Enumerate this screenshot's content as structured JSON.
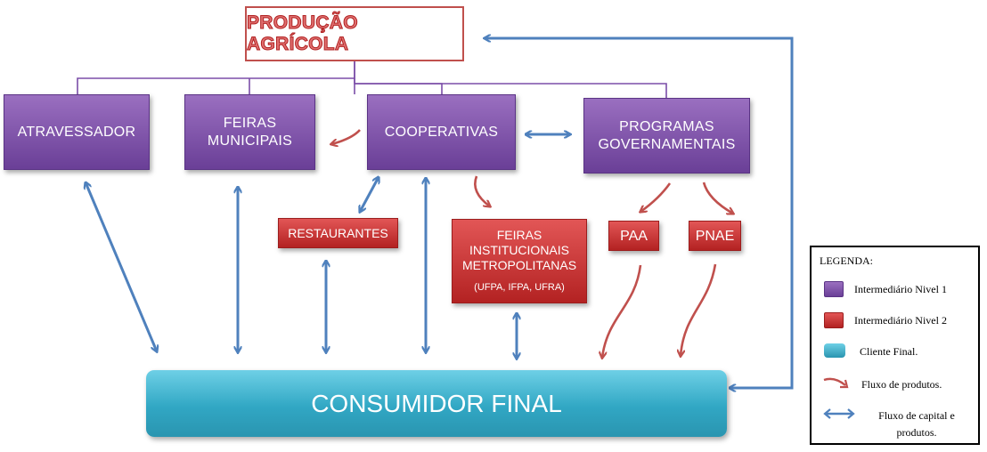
{
  "diagram": {
    "top": "PRODUÇÃO AGRÍCOLA",
    "level1": [
      "ATRAVESSADOR",
      "FEIRAS MUNICIPAIS",
      "COOPERATIVAS",
      "PROGRAMAS GOVERNAMENTAIS"
    ],
    "level2": {
      "restaurantes": "RESTAURANTES",
      "feiras_inst": "FEIRAS INSTITUCIONAIS METROPOLITANAS",
      "feiras_inst_sub": "(UFPA, IFPA, UFRA)",
      "paa": "PAA",
      "pnae": "PNAE"
    },
    "consumer": "CONSUMIDOR FINAL"
  },
  "legend": {
    "title": "LEGENDA:",
    "items": [
      {
        "label": "Intermediário Nivel 1",
        "color": "#7b4ea8"
      },
      {
        "label": "Intermediário Nivel 2",
        "color": "#c83030"
      },
      {
        "label": "Cliente Final.",
        "color": "#3fb3d0"
      },
      {
        "label": "Fluxo de produtos.",
        "icon": "product-flow-arrow-icon"
      },
      {
        "label": "Fluxo de capital e produtos.",
        "icon": "capital-flow-arrow-icon"
      }
    ]
  },
  "colors": {
    "purple": "#7b4ea8",
    "red": "#c83030",
    "teal": "#3fb3d0",
    "blue_arrow": "#4f81bd",
    "red_arrow": "#c0504d",
    "connector": "#7b4ea8"
  }
}
